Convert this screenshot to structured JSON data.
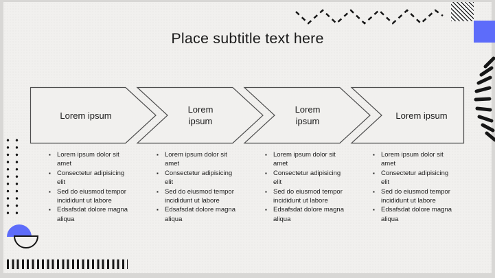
{
  "slide": {
    "title": "Place subtitle text here"
  },
  "process": {
    "steps": [
      {
        "label": "Lorem ipsum",
        "items": [
          "Lorem ipsum dolor sit amet",
          "Consectetur adipisicing elit",
          "Sed do eiusmod tempor incididunt ut labore",
          "Edsafsdat dolore magna aliqua"
        ]
      },
      {
        "label": "Lorem ipsum",
        "items": [
          "Lorem ipsum dolor sit amet",
          "Consectetur adipisicing elit",
          "Sed do eiusmod tempor incididunt ut labore",
          "Edsafsdat dolore magna aliqua"
        ]
      },
      {
        "label": "Lorem ipsum",
        "items": [
          "Lorem ipsum dolor sit amet",
          "Consectetur adipisicing elit",
          "Sed do eiusmod tempor incididunt ut labore",
          "Edsafsdat dolore magna aliqua"
        ]
      },
      {
        "label": "Lorem ipsum",
        "items": [
          "Lorem ipsum dolor sit amet",
          "Consectetur adipisicing elit",
          "Sed do eiusmod tempor incididunt ut labore",
          "Edsafsdat dolore magna aliqua"
        ]
      }
    ]
  },
  "icons": {
    "bullet": "▪"
  },
  "colors": {
    "accent": "#5d6cfa",
    "ink": "#161616",
    "shape_outline": "#4d4d4d",
    "slide_bg": "#f1f0ee",
    "backdrop": "#d8d7d5",
    "hatch_bg": "#ffffff"
  }
}
